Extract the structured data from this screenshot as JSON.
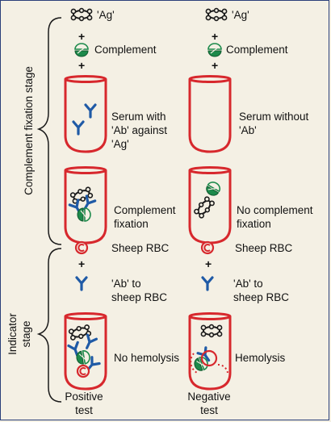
{
  "labels": {
    "ag": "'Ag'",
    "plus": "+",
    "complement": "Complement",
    "serum_with": [
      "Serum with",
      "'Ab' against",
      "'Ag'"
    ],
    "serum_without": [
      "Serum without",
      "'Ab'"
    ],
    "complement_fixation": [
      "Complement",
      "fixation"
    ],
    "no_complement_fixation": [
      "No complement",
      "fixation"
    ],
    "sheep_rbc": "Sheep RBC",
    "ab_to_sheep_rbc": [
      "'Ab' to",
      "sheep RBC"
    ],
    "no_hemolysis": "No hemolysis",
    "hemolysis": "Hemolysis",
    "positive_test": [
      "Positive",
      "test"
    ],
    "negative_test": [
      "Negative",
      "test"
    ]
  },
  "stages": {
    "complement_fixation": "Complement fixation stage",
    "indicator": [
      "Indicator",
      "stage"
    ]
  },
  "colors": {
    "tube": "#d7282d",
    "antibody": "#1f5aa6",
    "complement": "#1d8a4b",
    "outline": "#1a1a1a",
    "background": "#f4f0e4"
  }
}
